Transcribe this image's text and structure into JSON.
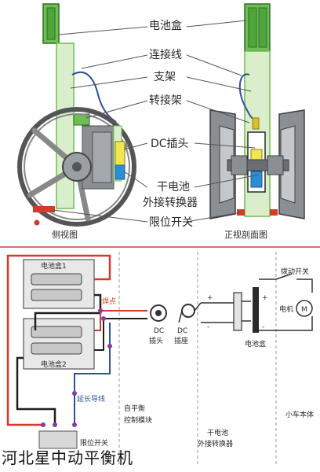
{
  "top": {
    "labels": {
      "battery_box": "电池盒",
      "wire": "连接线",
      "bracket": "支架",
      "adapter_bracket": "转接架",
      "dc_plug": "DC插头",
      "dry_cell_line1": "干电池",
      "dry_cell_line2": "外接转换器",
      "limit_switch": "限位开关"
    },
    "side_view_title": "侧视图",
    "front_view_title": "正视剖面图"
  },
  "bottom": {
    "battery_box_1": "电池盒1",
    "battery_box_2": "电池盒2",
    "solder_point": "焊点",
    "dc_plug_line1": "DC",
    "dc_plug_line2": "插头",
    "dc_socket_line1": "DC",
    "dc_socket_line2": "插座",
    "extension_wire": "延长导线",
    "module_line1": "自平衡",
    "module_line2": "控制模块",
    "converter_line1": "干电池",
    "converter_line2": "外接转换器",
    "battery_box": "电池盒",
    "toggle_switch": "拨动开关",
    "motor": "电机",
    "motor_symbol": "M",
    "car_body": "小车本体",
    "limit_switch": "限位开关",
    "plus": "+",
    "minus": "-"
  },
  "caption": "河北星中动平衡机",
  "colors": {
    "green_frame": "#6fbe54",
    "light_green": "#dbeecb",
    "dark_green": "#2f6e2a",
    "gray_part": "#8a8f93",
    "yellow": "#f1e64c",
    "blue": "#2c8fd6",
    "red_wire": "#d23a2a",
    "navy_wire": "#1f2f6e",
    "purple_node": "#8a3aa0"
  }
}
